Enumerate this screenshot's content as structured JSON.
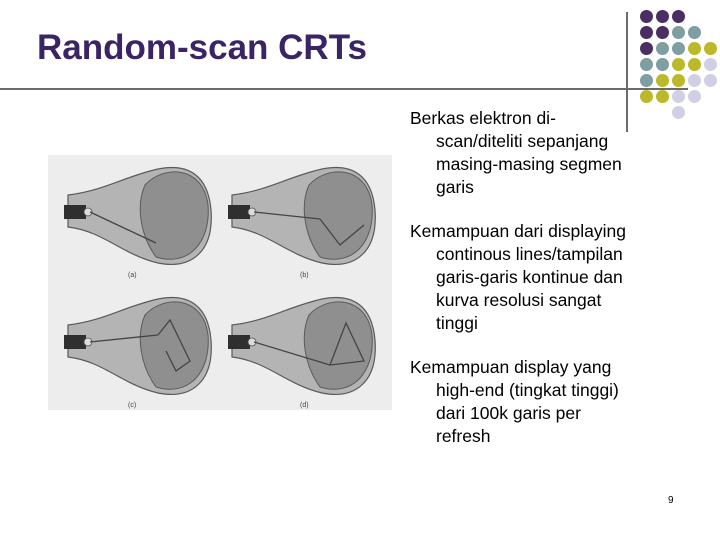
{
  "slide": {
    "title": "Random-scan CRTs",
    "page_number": "9",
    "bullets": [
      {
        "lines": [
          "Berkas elektron di-",
          "scan/diteliti sepanjang",
          "masing-masing segmen",
          "garis"
        ]
      },
      {
        "lines": [
          "Kemampuan dari displaying",
          "continous lines/tampilan",
          "garis-garis kontinue dan",
          "kurva resolusi sangat",
          "tinggi"
        ]
      },
      {
        "lines": [
          "Kemampuan display yang",
          "high-end (tingkat tinggi)",
          "dari 100k garis per",
          "refresh"
        ]
      }
    ],
    "figure_panels": [
      {
        "caption": "(a)"
      },
      {
        "caption": "(b)"
      },
      {
        "caption": "(c)"
      },
      {
        "caption": "(d)"
      }
    ],
    "colors": {
      "title": "#3b2466",
      "purple": "#4a2f63",
      "teal": "#7f9ea2",
      "olive": "#b9b92a",
      "lavender": "#d0d0e2"
    }
  }
}
